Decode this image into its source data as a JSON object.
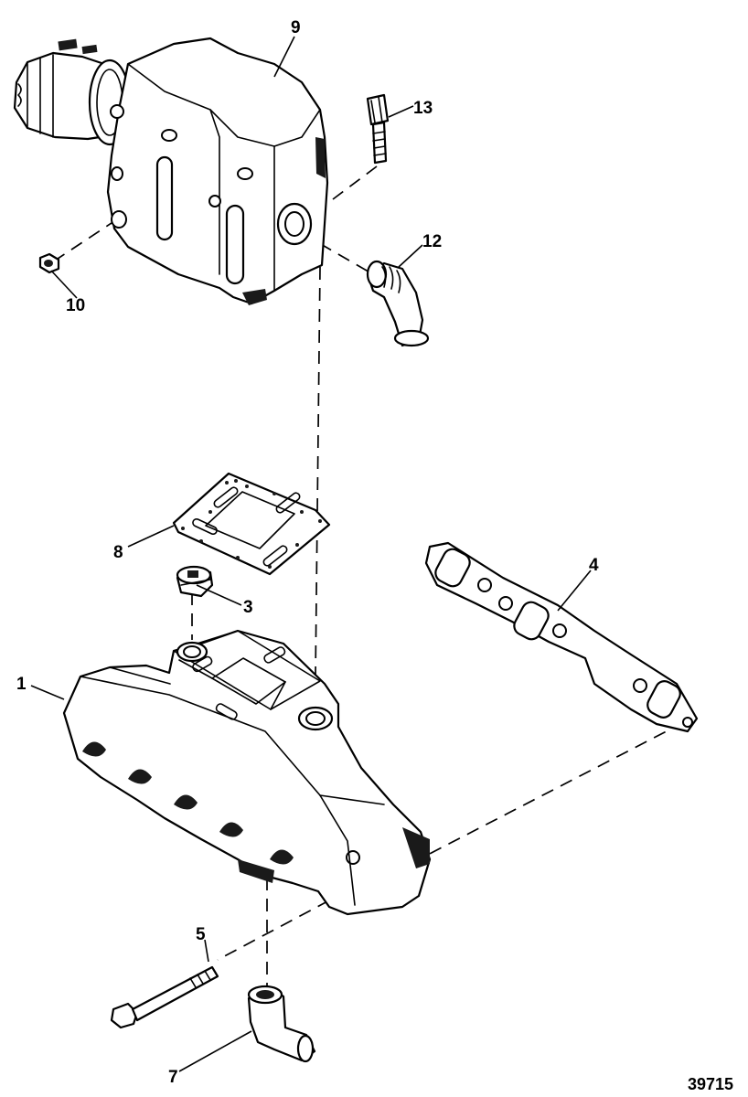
{
  "callouts": [
    {
      "id": "9",
      "label": "9"
    },
    {
      "id": "13",
      "label": "13"
    },
    {
      "id": "12",
      "label": "12"
    },
    {
      "id": "10",
      "label": "10"
    },
    {
      "id": "8",
      "label": "8"
    },
    {
      "id": "3",
      "label": "3"
    },
    {
      "id": "4",
      "label": "4"
    },
    {
      "id": "1",
      "label": "1"
    },
    {
      "id": "5",
      "label": "5"
    },
    {
      "id": "7",
      "label": "7"
    }
  ],
  "figure_number": "39715"
}
